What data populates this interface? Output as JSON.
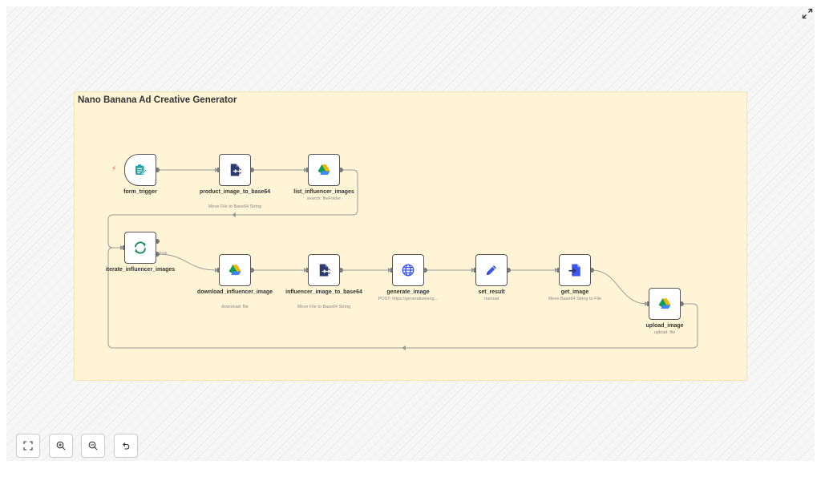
{
  "sticky": {
    "title": "Nano Banana Ad Creative Generator"
  },
  "nodes": {
    "form_trigger": {
      "label": "form_trigger",
      "subtitle": "",
      "icon": "form-icon"
    },
    "product_image_to_base64": {
      "label": "product_image_to_base64",
      "subtitle": "Move File to Base64 String",
      "icon": "file-convert-icon"
    },
    "list_influencer_images": {
      "label": "list_influencer_images",
      "subtitle": "search: fileFolder",
      "icon": "google-drive-icon"
    },
    "iterate_influencer_images": {
      "label": "iterate_influencer_images",
      "subtitle": "",
      "icon": "loop-icon",
      "loop_output": "loop"
    },
    "download_influencer_image": {
      "label": "download_influencer_image",
      "subtitle": "download: file",
      "icon": "google-drive-icon"
    },
    "influencer_image_to_base64": {
      "label": "influencer_image_to_base64",
      "subtitle": "Move File to Base64 String",
      "icon": "file-convert-icon"
    },
    "generate_image": {
      "label": "generate_image",
      "subtitle": "POST: https://generativelang...",
      "icon": "globe-icon"
    },
    "set_result": {
      "label": "set_result",
      "subtitle": "manual",
      "icon": "pencil-icon"
    },
    "get_image": {
      "label": "get_image",
      "subtitle": "Move Base64 String to File",
      "icon": "file-import-icon"
    },
    "upload_image": {
      "label": "upload_image",
      "subtitle": "upload: file",
      "icon": "google-drive-icon"
    }
  },
  "controls": [
    "zoom-to-fit",
    "zoom-in",
    "zoom-out",
    "reset-zoom"
  ],
  "colors": {
    "sticky_bg": "#fff5d6",
    "edge": "#9a9a9a",
    "trigger_teal": "#1fa2a8",
    "loop_green": "#1a8a5a",
    "convert_navy": "#2d3a6b",
    "accent_blue": "#3a55f0",
    "gdrive_blue": "#4285f4",
    "gdrive_green": "#0f9d58",
    "gdrive_yellow": "#f4b400",
    "bolt": "#ef5b3a"
  }
}
